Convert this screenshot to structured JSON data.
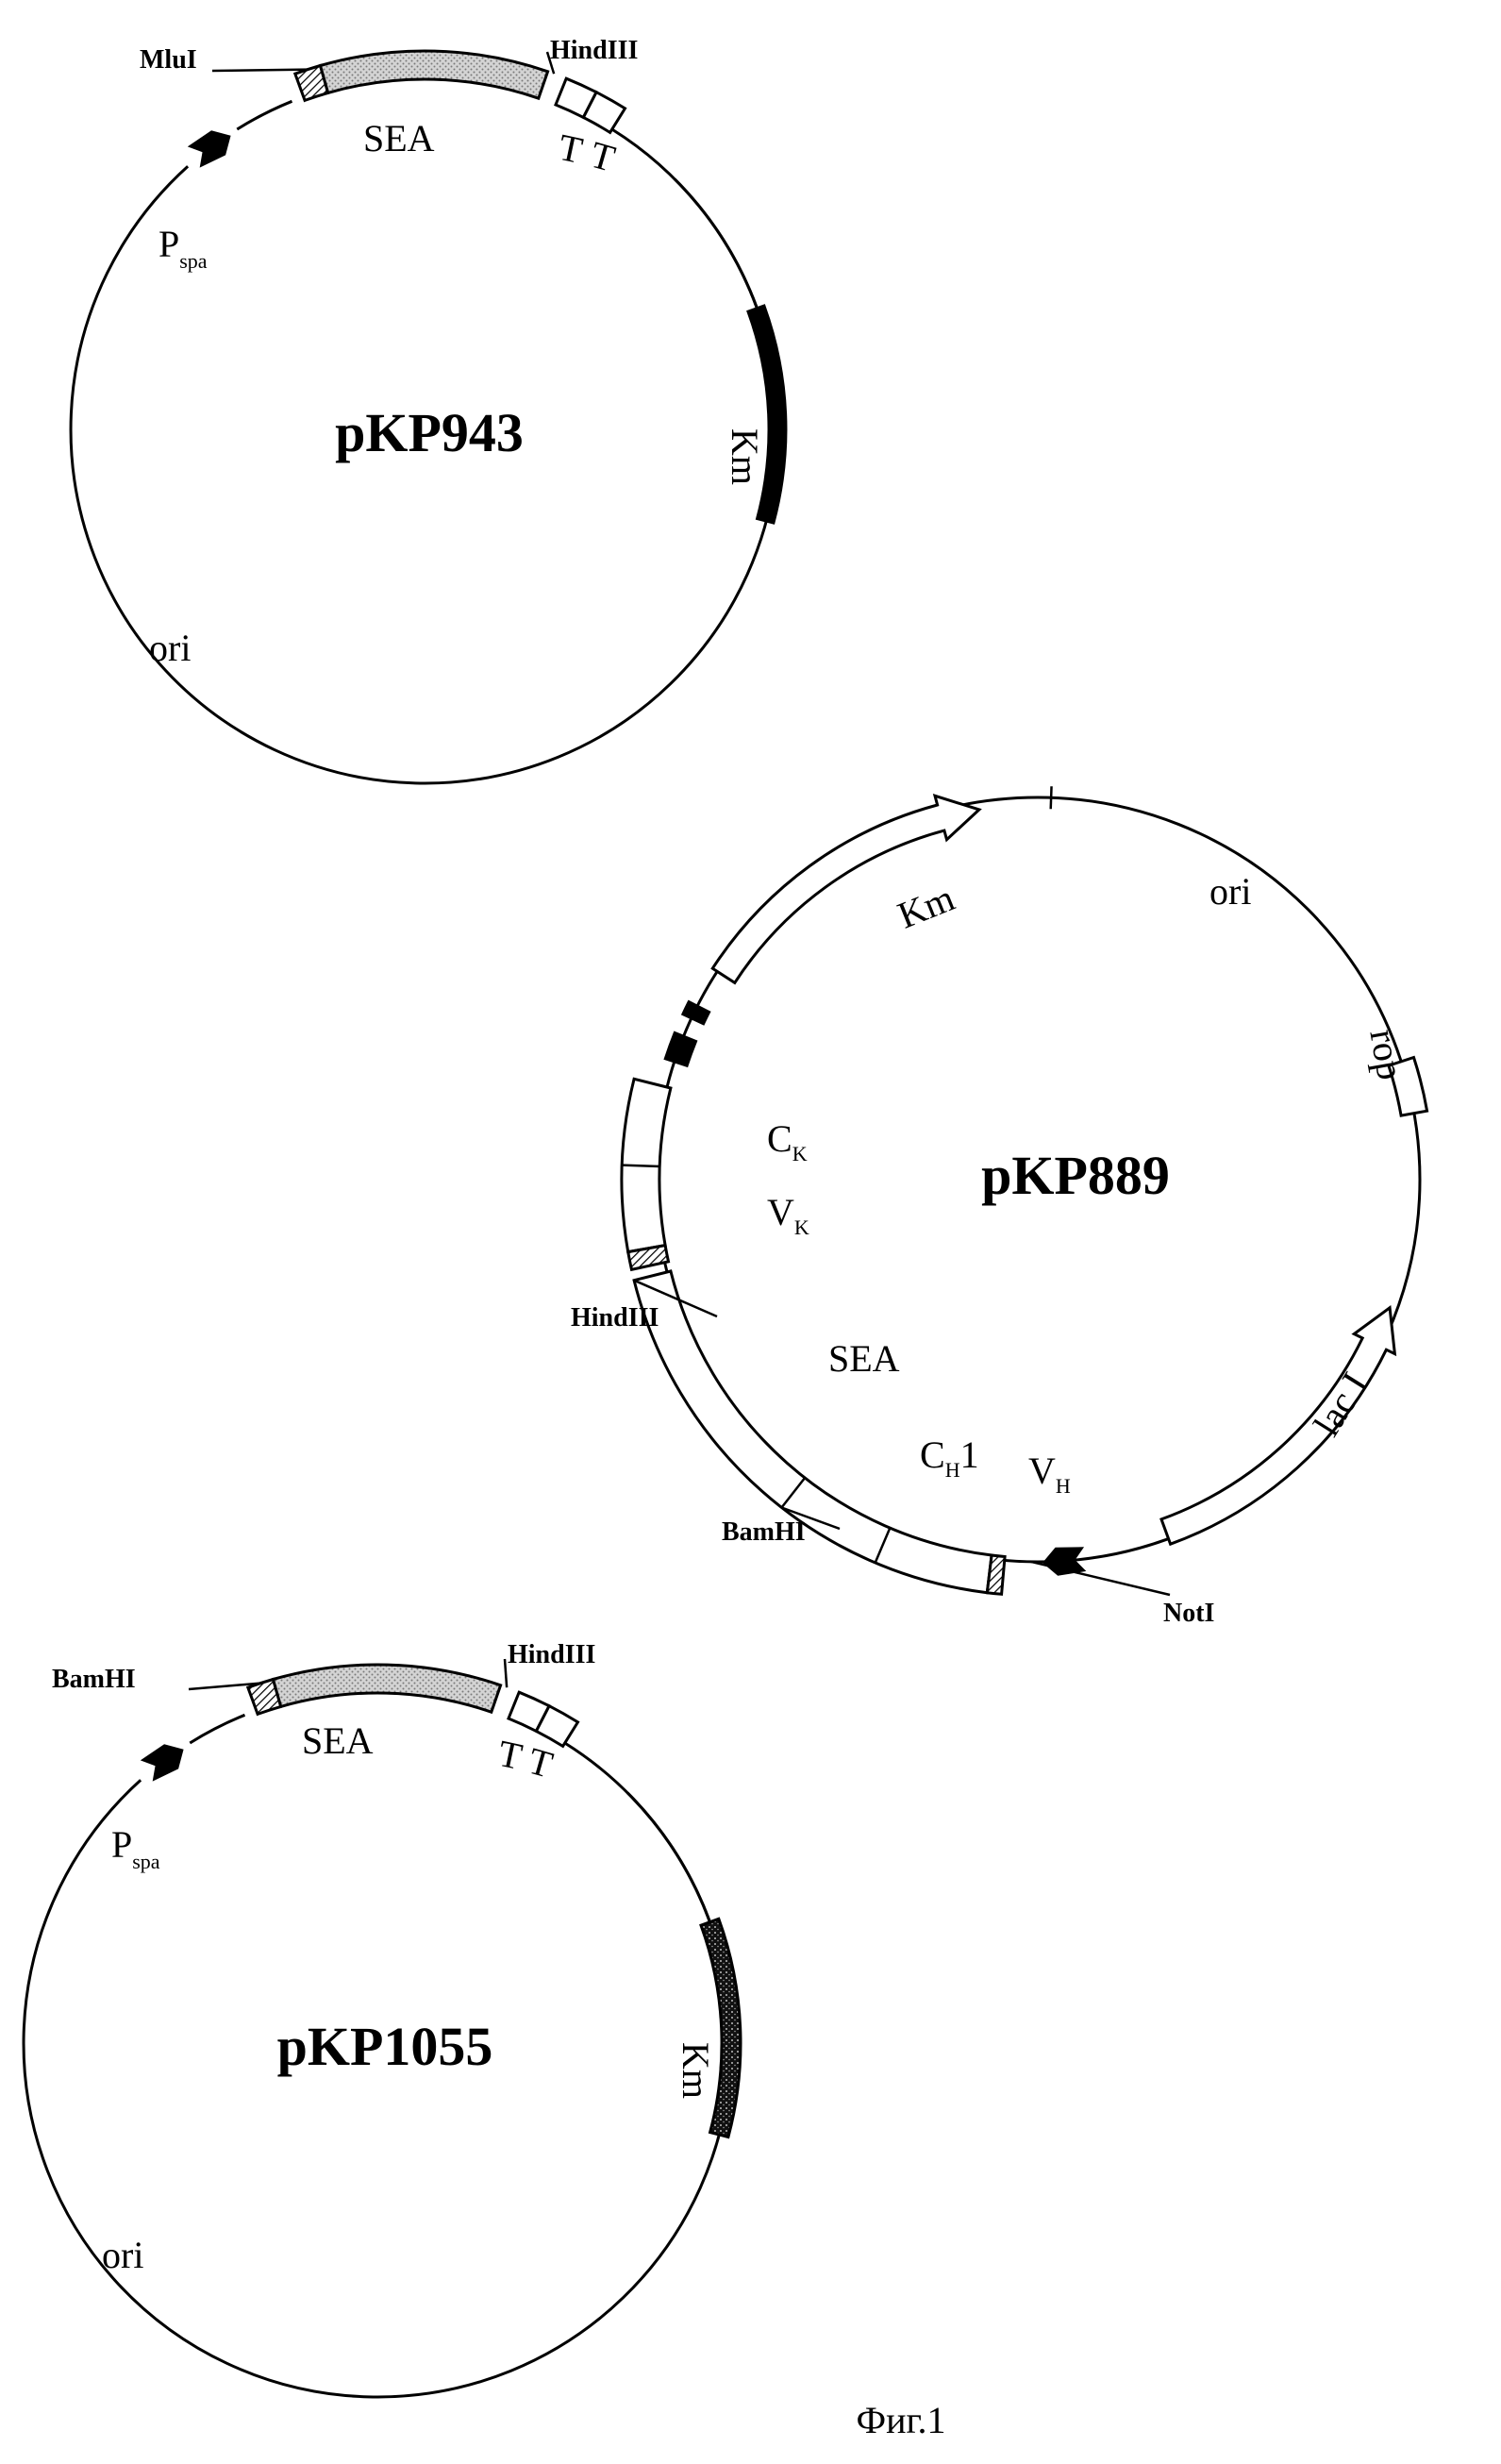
{
  "figure": {
    "caption": "Фиг.1",
    "colors": {
      "ink": "#000000",
      "paper": "#ffffff",
      "shade": "#cfcfcf"
    }
  },
  "plasmids": {
    "pKP943": {
      "name": "pKP943",
      "mlui": "MluI",
      "hindiii": "HindIII",
      "sea": "SEA",
      "t1": "T",
      "t2": "T",
      "pspa_main": "P",
      "pspa_sub": "spa",
      "km": "Km",
      "ori": "ori"
    },
    "pKP889": {
      "name": "pKP889",
      "km": "Km",
      "ori": "ori",
      "rop": "rop",
      "ck_main": "C",
      "ck_sub": "K",
      "vk_main": "V",
      "vk_sub": "K",
      "hindiii": "HindIII",
      "sea": "SEA",
      "ch1_main": "C",
      "ch1_sub": "H",
      "ch1_suffix": "1",
      "vh_main": "V",
      "vh_sub": "H",
      "bamhi": "BamHI",
      "laci": "lac I",
      "noti": "NotI"
    },
    "pKP1055": {
      "name": "pKP1055",
      "bamhi": "BamHI",
      "hindiii": "HindIII",
      "sea": "SEA",
      "t1": "T",
      "t2": "T",
      "pspa_main": "P",
      "pspa_sub": "spa",
      "km": "Km",
      "ori": "ori"
    }
  }
}
